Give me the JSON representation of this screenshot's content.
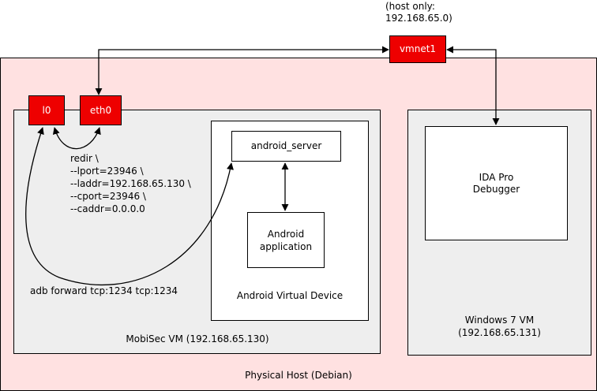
{
  "host": {
    "label": "Physical Host (Debian)",
    "host_only_note_line1": "(host only:",
    "host_only_note_line2": "192.168.65.0)",
    "vmnet_label": "vmnet1"
  },
  "mobisec": {
    "label": "MobiSec VM (192.168.65.130)",
    "lo_label": "l0",
    "eth_label": "eth0",
    "redir_lines": [
      "redir \\",
      "--lport=23946 \\",
      "--laddr=192.168.65.130 \\",
      "--cport=23946 \\",
      "--caddr=0.0.0.0"
    ],
    "adb_command": "adb forward tcp:1234 tcp:1234",
    "avd": {
      "label": "Android Virtual Device",
      "server_label": "android_server",
      "app_line1": "Android",
      "app_line2": "application"
    }
  },
  "windows": {
    "label_line1": "Windows 7 VM",
    "label_line2": "(192.168.65.131)",
    "ida_line1": "IDA Pro",
    "ida_line2": "Debugger"
  },
  "colors": {
    "host_bg": "#ffe1e1",
    "vm_bg": "#eeeeee",
    "iface_red": "#ee0000",
    "box_white": "#ffffff"
  }
}
